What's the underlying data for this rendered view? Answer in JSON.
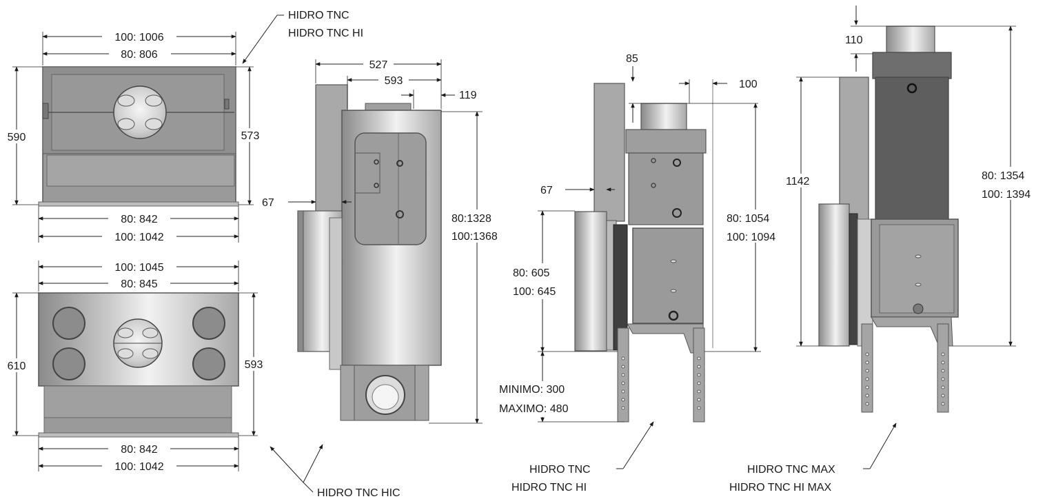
{
  "models": {
    "hidro_tnc_top": "HIDRO TNC",
    "hidro_tnc_hi_top": "HIDRO TNC HI",
    "hidro_tnc_hic": "HIDRO TNC HIC",
    "hidro_tnc_bottom": "HIDRO TNC",
    "hidro_tnc_hi_bottom": "HIDRO TNC HI",
    "hidro_tnc_max": "HIDRO TNC MAX",
    "hidro_tnc_hi_max": "HIDRO TNC HI MAX"
  },
  "top_view": {
    "width_100": "100: 1006",
    "width_80": "80: 806",
    "height_left": "590",
    "height_right": "573",
    "base_80": "80: 842",
    "base_100": "100: 1042"
  },
  "bottom_view": {
    "width_100": "100: 1045",
    "width_80": "80: 845",
    "height_left": "610",
    "height_right": "593",
    "base_80": "80: 842",
    "base_100": "100: 1042"
  },
  "hic_view": {
    "width_527": "527",
    "width_593": "593",
    "flue_119": "119",
    "side_67": "67",
    "height_80": "80:1328",
    "height_100": "100:1368"
  },
  "tnc_view": {
    "top_85": "85",
    "flue_100": "100",
    "side_67": "67",
    "height_80": "80: 1054",
    "height_100": "100: 1094",
    "door_80": "80: 605",
    "door_100": "100: 645",
    "leg_min": "MINIMO: 300",
    "leg_max": "MAXIMO: 480"
  },
  "max_view": {
    "top_110": "110",
    "panel_1142": "1142",
    "height_80": "80: 1354",
    "height_100": "100: 1394"
  }
}
